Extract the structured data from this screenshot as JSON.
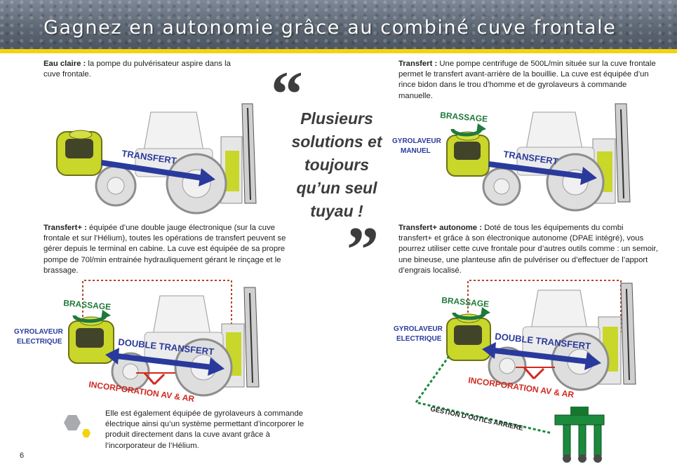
{
  "header": {
    "title": "Gagnez en autonomie grâce au combiné cuve frontale"
  },
  "sections": {
    "eau_claire": {
      "title": "Eau claire :",
      "body": " la pompe du pulvérisateur aspire dans la cuve frontale."
    },
    "transfert": {
      "title": "Transfert :",
      "body": " Une pompe centrifuge de 500L/min située sur la cuve frontale permet le transfert avant-arrière de la bouillie. La cuve est équipée d’un rince bidon dans le trou d’homme et de gyrolaveurs à commande manuelle."
    },
    "transfert_plus": {
      "title": "Transfert+ :",
      "body": " équipée d’une double jauge électronique (sur la cuve frontale et sur l’Hélium), toutes les opérations de transfert peuvent se gérer depuis le terminal en cabine. La cuve est équipée de sa propre pompe de 70l/min entrainée hydrauliquement gérant le rinçage et le brassage."
    },
    "transfert_plus_autonome": {
      "title": "Transfert+ autonome :",
      "body": " Doté de tous les équipements du combi transfert+ et grâce à son électronique autonome (DPAE intégré), vous pourrez utiliser cette cuve frontale pour d’autres outils comme : un semoir, une bineuse, une planteuse afin de pulvériser ou d’effectuer de l’apport d’engrais localisé."
    },
    "gyrolaveurs_note": "Elle est également équipée de gyrolaveurs à commande électrique ainsi qu’un système permettant d’incorporer le produit directement dans la cuve avant grâce à l’incorporateur de l’Hélium."
  },
  "quote": {
    "open_mark": "“",
    "close_mark": "”",
    "text": "Plusieurs solutions et toujours qu’un seul tuyau !"
  },
  "diagram_labels": {
    "transfert": "TRANSFERT",
    "double_transfert": "DOUBLE TRANSFERT",
    "incorporation": "INCORPORATION AV & AR",
    "brassage": "BRASSAGE",
    "gyrolaveur_manuel_1": "GYROLAVEUR",
    "gyrolaveur_manuel_2": "MANUEL",
    "gyrolaveur_electrique_1": "GYROLAVEUR",
    "gyrolaveur_electrique_2": "ELECTRIQUE",
    "gestion_outils": "GESTION D’OUTILS ARRIERE"
  },
  "page_number": "6",
  "colors": {
    "header_stripe": "#f2d40c",
    "arrow_blue": "#2a3a9c",
    "label_red": "#d2281e",
    "label_green": "#1f7a3a",
    "tank_yellow": "#c9d62a",
    "tool_green": "#1c8a3c"
  }
}
